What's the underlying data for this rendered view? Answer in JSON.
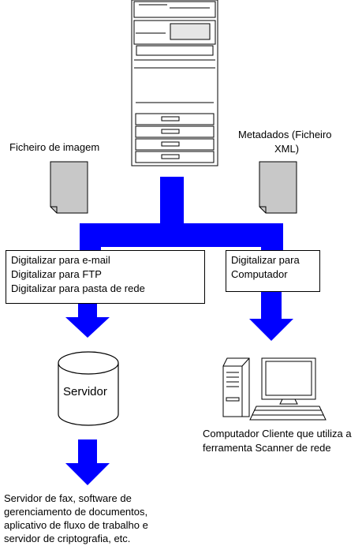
{
  "labels": {
    "image_file": "Ficheiro de imagem",
    "metadata_line1": "Metadados (Ficheiro",
    "metadata_line2": "XML)",
    "server": "Servidor",
    "client_line1": "Computador Cliente que utiliza a",
    "client_line2": "ferramenta Scanner de rede",
    "bottom_line1": "Servidor de fax, software de",
    "bottom_line2": "gerenciamento de documentos,",
    "bottom_line3": "aplicativo de fluxo de trabalho e",
    "bottom_line4": "servidor de criptografia, etc."
  },
  "left_box": {
    "line1": "Digitalizar para e-mail",
    "line2": "Digitalizar para FTP",
    "line3": "Digitalizar para pasta de rede"
  },
  "right_box": {
    "line1": "Digitalizar para",
    "line2": "Computador"
  },
  "colors": {
    "arrow": "#0000ff",
    "document": "#c8c8c8"
  }
}
